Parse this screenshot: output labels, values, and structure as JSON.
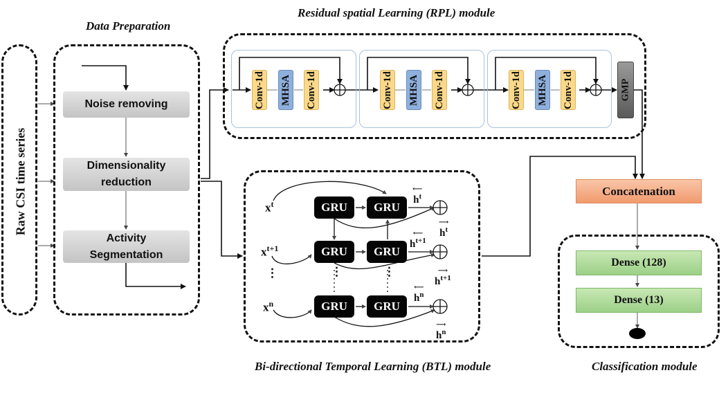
{
  "titles": {
    "data_prep": "Data Preparation",
    "rpl": "Residual spatial Learning (RPL) module",
    "btl": "Bi-directional Temporal Learning (BTL) module",
    "cls": "Classification module",
    "raw": "Raw CSI time series"
  },
  "prep_steps": [
    "Noise removing",
    "Dimensionality reduction",
    "Activity Segmentation"
  ],
  "rpl_blocks": {
    "conv": "Conv-1d",
    "mhsa": "MHSA",
    "gmp": "GMP"
  },
  "btl": {
    "gru": "GRU",
    "inputs": [
      "x",
      "x",
      "x"
    ],
    "input_sups": [
      "t",
      "t+1",
      "n"
    ],
    "dots": "⋮",
    "h": "h",
    "h_sups": [
      "t",
      "t+1",
      "n"
    ],
    "arrow_left": "⟵",
    "arrow_right": "⟶"
  },
  "classification": {
    "concat": "Concatenation",
    "dense1": "Dense (128)",
    "dense2": "Dense (13)"
  },
  "colors": {
    "conv": "#fbd98a",
    "mhsa": "#8fb0dd",
    "gmp": "#7a7a7a",
    "concat": "#f4a97e",
    "dense": "#b4dca0",
    "prep": "#d0d0d0"
  }
}
